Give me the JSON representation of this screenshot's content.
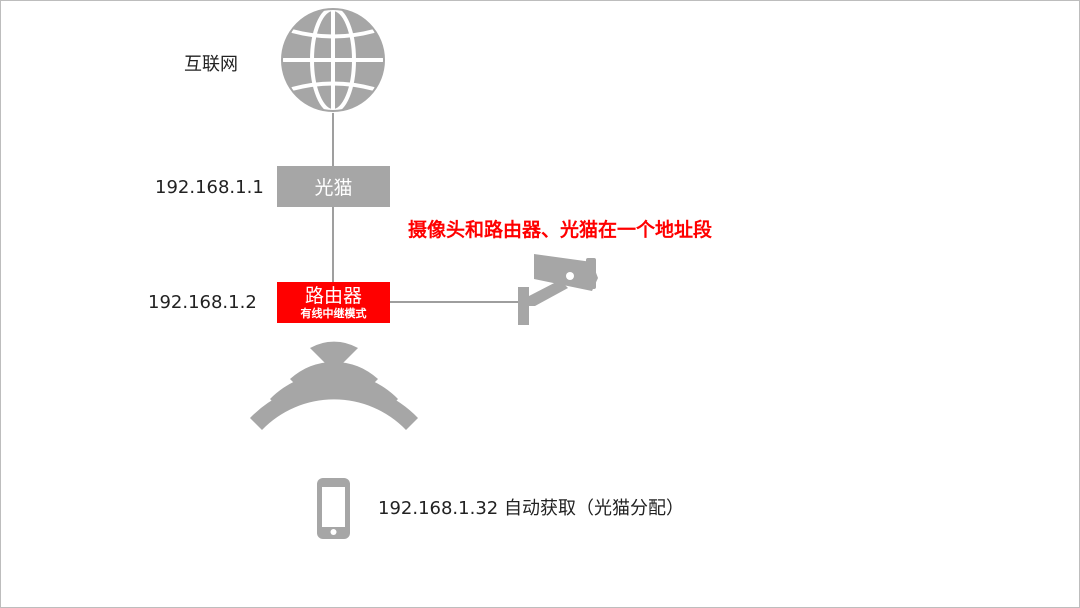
{
  "diagram": {
    "internet": {
      "label": "互联网",
      "icon": "globe-icon"
    },
    "modem": {
      "ip": "192.168.1.1",
      "name": "光猫"
    },
    "router": {
      "ip": "192.168.1.2",
      "name": "路由器",
      "mode": "有线中继模式"
    },
    "camera": {
      "note": "摄像头和路由器、光猫在一个地址段",
      "icon": "security-camera-icon"
    },
    "wifi": {
      "icon": "wifi-icon"
    },
    "phone": {
      "label": "192.168.1.32 自动获取（光猫分配）",
      "icon": "smartphone-icon"
    },
    "colors": {
      "icon_gray": "#a6a6a6",
      "accent_red": "#ff0000",
      "line": "#7f7f7f"
    }
  }
}
